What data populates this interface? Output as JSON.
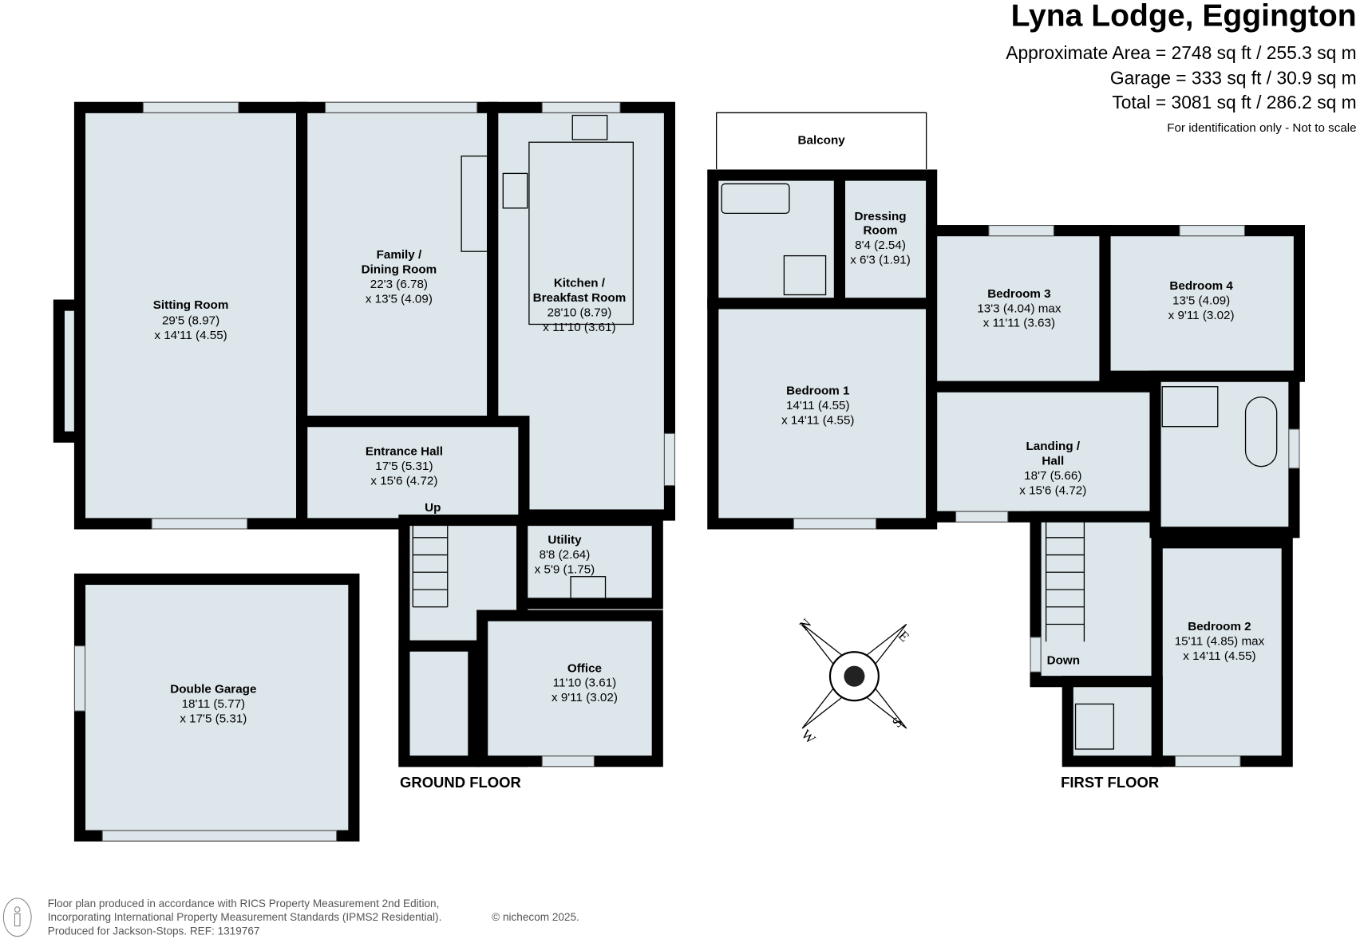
{
  "header": {
    "title": "Lyna Lodge, Eggington",
    "area": "Approximate Area = 2748 sq ft / 255.3 sq m",
    "garage": "Garage = 333 sq ft / 30.9 sq m",
    "total": "Total = 3081 sq ft / 286.2 sq m",
    "note": "For identification only - Not to scale"
  },
  "ground_floor": {
    "label": "GROUND FLOOR",
    "rooms": [
      {
        "name": "Sitting Room",
        "d1": "29'5 (8.97)",
        "d2": "x 14'11 (4.55)"
      },
      {
        "name1": "Family /",
        "name": "Dining Room",
        "d1": "22'3 (6.78)",
        "d2": "x 13'5 (4.09)"
      },
      {
        "name1": "Kitchen /",
        "name": "Breakfast Room",
        "d1": "28'10 (8.79)",
        "d2": "x 11'10 (3.61)"
      },
      {
        "name": "Entrance Hall",
        "d1": "17'5 (5.31)",
        "d2": "x 15'6 (4.72)"
      },
      {
        "name": "Utility",
        "d1": "8'8 (2.64)",
        "d2": "x 5'9 (1.75)"
      },
      {
        "name": "Office",
        "d1": "11'10 (3.61)",
        "d2": "x 9'11 (3.02)"
      },
      {
        "name": "Double Garage",
        "d1": "18'11 (5.77)",
        "d2": "x 17'5 (5.31)"
      }
    ],
    "stairs_label": "Up"
  },
  "first_floor": {
    "label": "FIRST FLOOR",
    "balcony": "Balcony",
    "rooms": [
      {
        "name1": "Dressing",
        "name": "Room",
        "d1": "8'4 (2.54)",
        "d2": "x 6'3 (1.91)"
      },
      {
        "name": "Bedroom 1",
        "d1": "14'11 (4.55)",
        "d2": "x 14'11 (4.55)"
      },
      {
        "name": "Bedroom 3",
        "d1": "13'3 (4.04) max",
        "d2": "x 11'11 (3.63)"
      },
      {
        "name": "Bedroom 4",
        "d1": "13'5 (4.09)",
        "d2": "x 9'11 (3.02)"
      },
      {
        "name1": "Landing /",
        "name": "Hall",
        "d1": "18'7 (5.66)",
        "d2": "x 15'6 (4.72)"
      },
      {
        "name": "Bedroom 2",
        "d1": "15'11 (4.85) max",
        "d2": "x 14'11 (4.55)"
      }
    ],
    "stairs_label": "Down"
  },
  "compass": {
    "labels": [
      "N",
      "E",
      "S",
      "W"
    ],
    "icon": "compass-rose-icon"
  },
  "footer": {
    "line1": "Floor plan produced in accordance with RICS Property Measurement 2nd Edition,",
    "line2": "Incorporating International Property Measurement Standards (IPMS2 Residential).",
    "copyright": "© nichecom 2025.",
    "line3": "Produced for Jackson-Stops.   REF: 1319767"
  }
}
